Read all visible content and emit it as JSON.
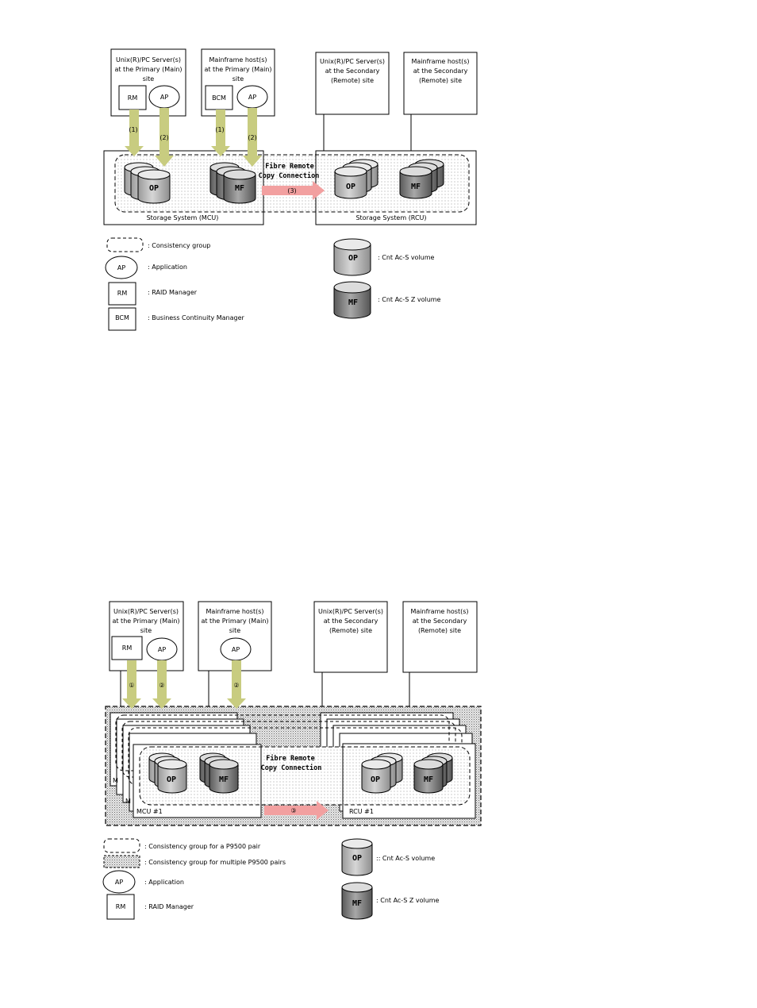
{
  "diagram1": {
    "hosts": {
      "primary_unix": [
        "Unix(R)/PC Server(s)",
        "at the Primary (Main)",
        "site"
      ],
      "primary_mainframe": [
        "Mainframe host(s)",
        "at the Primary (Main)",
        "site"
      ],
      "secondary_unix": [
        "Unix(R)/PC Server(s)",
        "at the Secondary",
        "(Remote) site"
      ],
      "secondary_mainframe": [
        "Mainframe host(s)",
        "at the Secondary",
        "(Remote) site"
      ]
    },
    "rm_label": "RM",
    "bcm_label": "BCM",
    "ap_label": "AP",
    "arrow_labels": {
      "step1": "(1)",
      "step2": "(2)",
      "step3": "(3)"
    },
    "fibre_label": [
      "Fibre Remote",
      "Copy Connection"
    ],
    "mcu_label": "Storage System (MCU)",
    "rcu_label": "Storage System (RCU)",
    "op_label": "OP",
    "mf_label": "MF",
    "legend": {
      "consistency_group": ": Consistency group",
      "application": ": Application",
      "raid_manager": ": RAID Manager",
      "bcm": ": Business Continuity Manager",
      "op_volume": ": Cnt Ac-S volume",
      "mf_volume": ": Cnt Ac-S Z volume"
    }
  },
  "diagram2": {
    "hosts": {
      "primary_unix": [
        "Unix(R)/PC Server(s)",
        "at the Primary (Main)",
        "site"
      ],
      "primary_mainframe": [
        "Mainframe host(s)",
        "at the Primary (Main)",
        "site"
      ],
      "secondary_unix": [
        "Unix(R)/PC Server(s)",
        "at the Secondary",
        "(Remote) site"
      ],
      "secondary_mainframe": [
        "Mainframe host(s)",
        "at the Secondary",
        "(Remote) site"
      ]
    },
    "rm_label": "RM",
    "ap_label": "AP",
    "arrow_labels": {
      "step1": "①",
      "step2": "②",
      "step2b": "②",
      "step3": "③"
    },
    "fibre_label": [
      "Fibre Remote",
      "Copy Connection"
    ],
    "mcu_label": "MCU #1",
    "rcu_label": "RCU #1",
    "stack_label_m": "M",
    "op_label": "OP",
    "mf_label": "MF",
    "legend": {
      "cg_single": ": Consistency group for a P9500 pair",
      "cg_multi": ": Consistency group for multiple P9500 pairs",
      "application": ": Application",
      "raid_manager": ": RAID Manager",
      "op_volume": ":: Cnt Ac-S volume",
      "mf_volume": ": Cnt Ac-S Z volume"
    }
  },
  "colors": {
    "green_arrow": "#c8cc80",
    "pink_arrow": "#f2a0a0",
    "op_body": "#b0b0b0",
    "mf_body": "#7a7a7a",
    "dots": "#8a8a8a"
  }
}
